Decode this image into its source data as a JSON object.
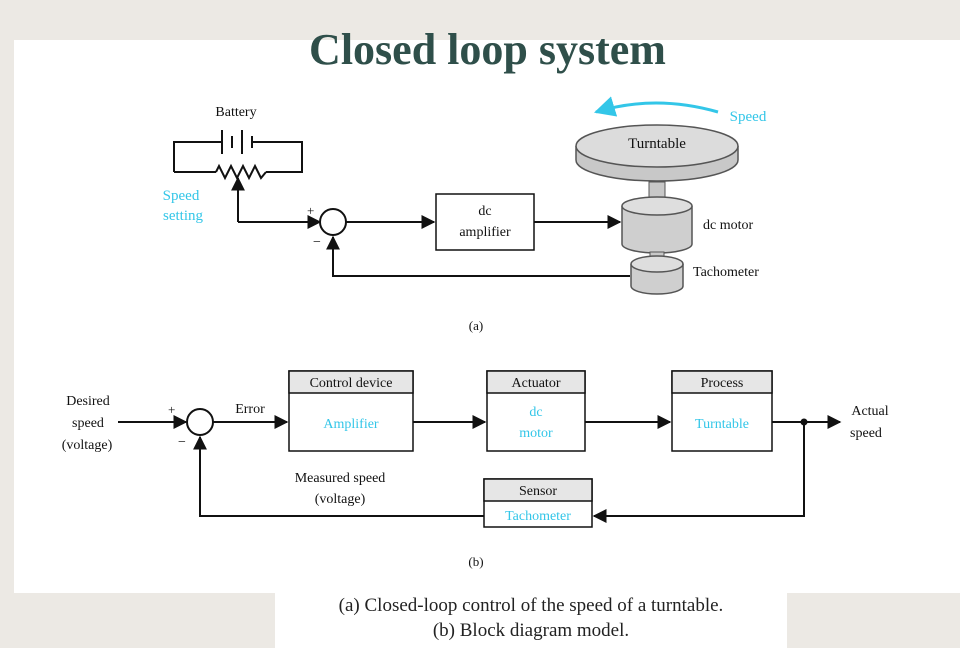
{
  "slide": {
    "title": "Closed loop system",
    "caption_lines": [
      "(a) Closed-loop control of the speed of a turntable.",
      "(b) Block diagram model."
    ]
  },
  "colors": {
    "accent_cyan": "#33c6e8",
    "title": "#2f4f4a",
    "block_header": "#e6e6e6",
    "device_gray": "#d0d0d0"
  },
  "figure_a": {
    "battery": "Battery",
    "speed_setting": [
      "Speed",
      "setting"
    ],
    "plus": "+",
    "minus": "−",
    "amplifier": [
      "dc",
      "amplifier"
    ],
    "turntable": "Turntable",
    "speed": "Speed",
    "dc_motor": "dc motor",
    "tachometer": "Tachometer",
    "label": "(a)"
  },
  "figure_b": {
    "input": [
      "Desired",
      "speed",
      "(voltage)"
    ],
    "plus": "+",
    "minus": "−",
    "error": "Error",
    "control_device": {
      "header": "Control device",
      "body": "Amplifier"
    },
    "actuator": {
      "header": "Actuator",
      "body": [
        "dc",
        "motor"
      ]
    },
    "process": {
      "header": "Process",
      "body": "Turntable"
    },
    "output": [
      "Actual",
      "speed"
    ],
    "sensor": {
      "header": "Sensor",
      "body": "Tachometer"
    },
    "measured": [
      "Measured speed",
      "(voltage)"
    ],
    "label": "(b)"
  }
}
